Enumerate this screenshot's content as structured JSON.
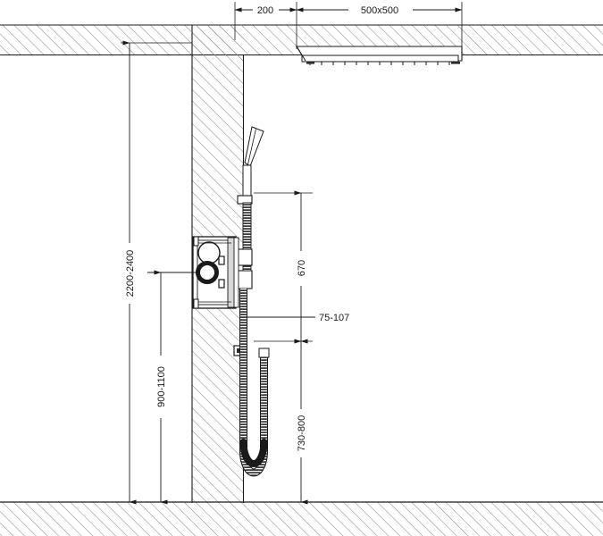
{
  "drawing": {
    "title": "Shower system installation dimension drawing",
    "units": "mm",
    "line_color": "#1a1a1a",
    "hatch_color": "#888888",
    "fixture_fill": "#ffffff",
    "dimension_color": "#1a1a1a"
  },
  "dimensions": {
    "top": [
      {
        "id": "d-200",
        "label": "200",
        "orientation": "horizontal"
      },
      {
        "id": "d-500x500",
        "label": "500x500",
        "orientation": "horizontal"
      }
    ],
    "left": [
      {
        "id": "d-2200-2400",
        "label": "2200-2400",
        "orientation": "vertical"
      },
      {
        "id": "d-900-1100",
        "label": "900-1100",
        "orientation": "vertical"
      }
    ],
    "right": [
      {
        "id": "d-670",
        "label": "670",
        "orientation": "vertical"
      },
      {
        "id": "d-730-800",
        "label": "730-800",
        "orientation": "vertical"
      },
      {
        "id": "d-75-107",
        "label": "75-107",
        "orientation": "horizontal-leader"
      }
    ]
  },
  "components": {
    "ceiling_head": "ceiling-mounted-square-shower-head",
    "wall": "hatched-wall-section",
    "floor": "hatched-floor-section",
    "ceiling": "hatched-ceiling-section",
    "valve": "concealed-thermostatic-mixer-valve",
    "hand_shower": "hand-shower-on-wall-bracket",
    "hose": "flexible-shower-hose",
    "outlet": "wall-water-outlet-elbow"
  }
}
